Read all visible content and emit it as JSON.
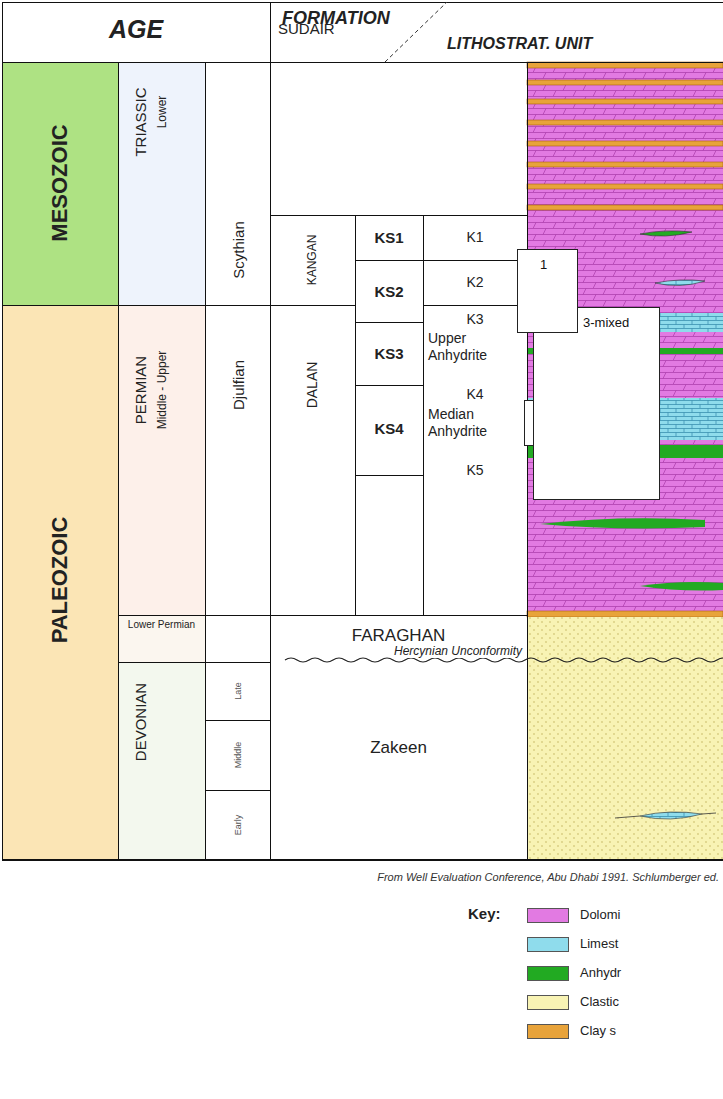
{
  "diagram": {
    "caption": "From Well Evaluation Conference, Abu Dhabi 1991. Schlumberger ed.",
    "nodes": [
      {
        "text": [
          "1"
        ]
      },
      {
        "text": [
          "3-mixed"
        ]
      }
    ],
    "labels": [
      "AGE",
      "FORMATION",
      "LITHOSTRAT. UNIT",
      "MESOZOIC",
      "TRIASSIC",
      "Lower",
      "Scythian",
      "SUDAIR",
      "KANGAN",
      "KS1",
      "K1",
      "KS2",
      "K2",
      "PALEOZOIC",
      "PERMIAN",
      "Middle - Upper",
      "Djulfian",
      "DALAN",
      "KS3",
      "K3",
      "Upper Anhydrite",
      "KS4",
      "K4",
      "Median Anhydrite",
      "K5",
      "Lower Permian",
      "FARAGHAN",
      "Hercynian Unconformity",
      "DEVONIAN",
      "Late",
      "Middle",
      "Early",
      "Zakeen",
      "Key:"
    ],
    "legend": [
      {
        "text": "Dolomi",
        "color": "#e27ae2"
      },
      {
        "text": "Limest",
        "color": "#8fdcec"
      },
      {
        "text": "Anhydr",
        "color": "#22aa22"
      },
      {
        "text": "Clastic",
        "color": "#f8f3b4"
      },
      {
        "text": "Clay s",
        "color": "#e8a33a"
      }
    ]
  }
}
